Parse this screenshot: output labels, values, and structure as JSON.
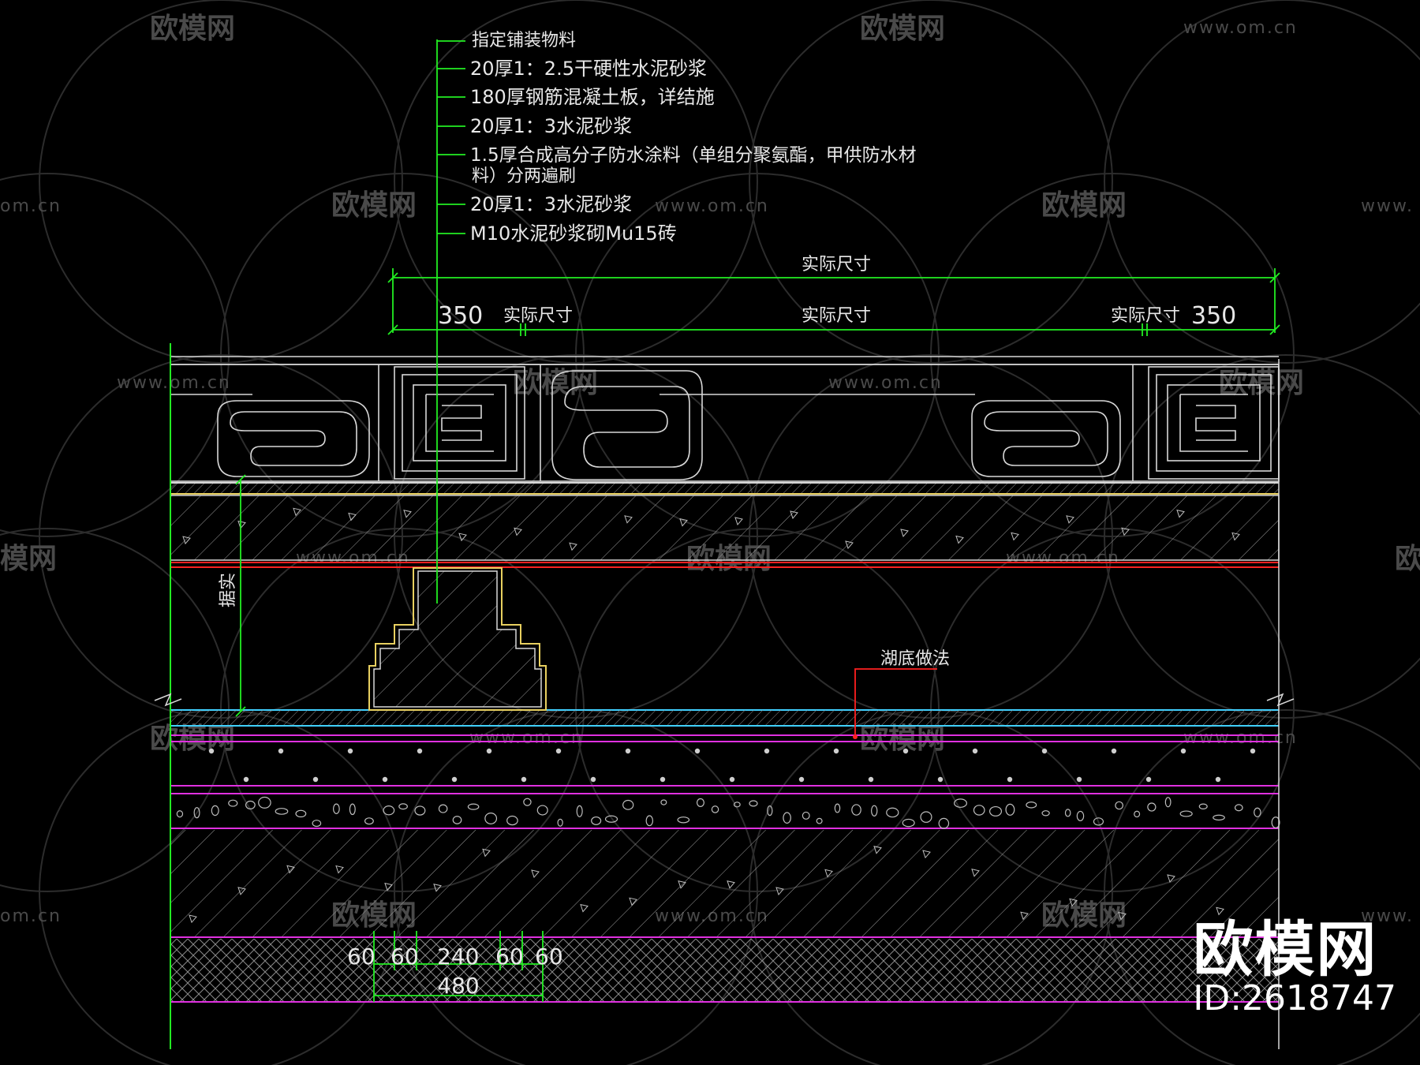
{
  "annotations": {
    "layers": [
      "指定铺装物料",
      "20厚1：2.5干硬性水泥砂浆",
      "180厚钢筋混凝土板，详结施",
      "20厚1：3水泥砂浆",
      "1.5厚合成高分子防水涂料（单组分聚氨酯，甲供防水材",
      "料）分两遍刷",
      "20厚1：3水泥砂浆",
      "M10水泥砂浆砌Mu15砖"
    ],
    "lake_bottom": "湖底做法",
    "vertical_dim": "据实"
  },
  "dimensions": {
    "overall": "实际尺寸",
    "left_end": "350",
    "left_actual": "实际尺寸",
    "middle_actual": "实际尺寸",
    "right_actual": "实际尺寸",
    "right_end": "350",
    "bottom_parts": [
      "60",
      "60",
      "240",
      "60",
      "60"
    ],
    "bottom_total": "480"
  },
  "watermark": {
    "text": "欧模网",
    "url": "www.om.cn",
    "url_fragment": "om.cn",
    "url_fragment_right": "www.",
    "text_fragment_left": "模网",
    "text_fragment_right": "欧"
  },
  "branding": {
    "logo": "欧模网",
    "id": "ID:2618747"
  },
  "colors": {
    "background": "#000000",
    "line_green": "#22ee22",
    "line_white": "#d8d8d8",
    "line_red": "#ff2020",
    "line_magenta": "#e030e0",
    "line_cyan": "#40d0ff",
    "line_yellow": "#e8d060"
  }
}
